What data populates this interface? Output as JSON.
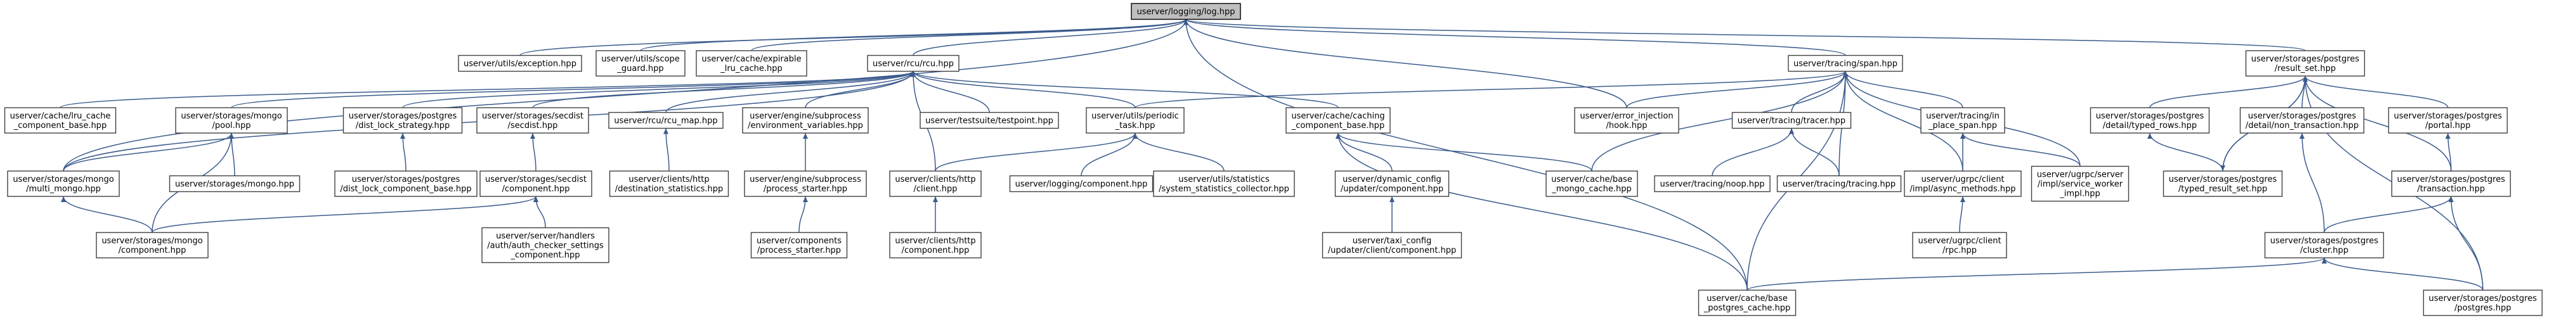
{
  "nodes": [
    {
      "id": "log",
      "lines": [
        "userver/logging/log.hpp"
      ],
      "root": true
    },
    {
      "id": "exception",
      "lines": [
        "userver/utils/exception.hpp"
      ]
    },
    {
      "id": "scope_guard",
      "lines": [
        "userver/utils/scope",
        "_guard.hpp"
      ]
    },
    {
      "id": "expirable_lru",
      "lines": [
        "userver/cache/expirable",
        "_lru_cache.hpp"
      ]
    },
    {
      "id": "rcu",
      "lines": [
        "userver/rcu/rcu.hpp"
      ]
    },
    {
      "id": "span",
      "lines": [
        "userver/tracing/span.hpp"
      ]
    },
    {
      "id": "result_set",
      "lines": [
        "userver/storages/postgres",
        "/result_set.hpp"
      ]
    },
    {
      "id": "lru_cache_component",
      "lines": [
        "userver/cache/lru_cache",
        "_component_base.hpp"
      ]
    },
    {
      "id": "mongo_pool",
      "lines": [
        "userver/storages/mongo",
        "/pool.hpp"
      ]
    },
    {
      "id": "dist_lock_strategy",
      "lines": [
        "userver/storages/postgres",
        "/dist_lock_strategy.hpp"
      ]
    },
    {
      "id": "secdist",
      "lines": [
        "userver/storages/secdist",
        "/secdist.hpp"
      ]
    },
    {
      "id": "rcu_map",
      "lines": [
        "userver/rcu/rcu_map.hpp"
      ]
    },
    {
      "id": "env_vars",
      "lines": [
        "userver/engine/subprocess",
        "/environment_variables.hpp"
      ]
    },
    {
      "id": "testpoint",
      "lines": [
        "userver/testsuite/testpoint.hpp"
      ]
    },
    {
      "id": "periodic_task",
      "lines": [
        "userver/utils/periodic",
        "_task.hpp"
      ]
    },
    {
      "id": "caching_component",
      "lines": [
        "userver/cache/caching",
        "_component_base.hpp"
      ]
    },
    {
      "id": "error_injection",
      "lines": [
        "userver/error_injection",
        "/hook.hpp"
      ]
    },
    {
      "id": "tracer",
      "lines": [
        "userver/tracing/tracer.hpp"
      ]
    },
    {
      "id": "in_place_span",
      "lines": [
        "userver/tracing/in",
        "_place_span.hpp"
      ]
    },
    {
      "id": "typed_rows",
      "lines": [
        "userver/storages/postgres",
        "/detail/typed_rows.hpp"
      ]
    },
    {
      "id": "non_transaction",
      "lines": [
        "userver/storages/postgres",
        "/detail/non_transaction.hpp"
      ]
    },
    {
      "id": "portal",
      "lines": [
        "userver/storages/postgres",
        "/portal.hpp"
      ]
    },
    {
      "id": "multi_mongo",
      "lines": [
        "userver/storages/mongo",
        "/multi_mongo.hpp"
      ]
    },
    {
      "id": "mongo_hpp",
      "lines": [
        "userver/storages/mongo.hpp"
      ]
    },
    {
      "id": "dist_lock_component",
      "lines": [
        "userver/storages/postgres",
        "/dist_lock_component_base.hpp"
      ]
    },
    {
      "id": "secdist_component",
      "lines": [
        "userver/storages/secdist",
        "/component.hpp"
      ]
    },
    {
      "id": "dest_stats",
      "lines": [
        "userver/clients/http",
        "/destination_statistics.hpp"
      ]
    },
    {
      "id": "process_starter",
      "lines": [
        "userver/engine/subprocess",
        "/process_starter.hpp"
      ]
    },
    {
      "id": "http_client",
      "lines": [
        "userver/clients/http",
        "/client.hpp"
      ]
    },
    {
      "id": "logging_component",
      "lines": [
        "userver/logging/component.hpp"
      ]
    },
    {
      "id": "sys_stats",
      "lines": [
        "userver/utils/statistics",
        "/system_statistics_collector.hpp"
      ]
    },
    {
      "id": "dyn_config_updater",
      "lines": [
        "userver/dynamic_config",
        "/updater/component.hpp"
      ]
    },
    {
      "id": "base_mongo_cache",
      "lines": [
        "userver/cache/base",
        "_mongo_cache.hpp"
      ]
    },
    {
      "id": "noop",
      "lines": [
        "userver/tracing/noop.hpp"
      ]
    },
    {
      "id": "tracing_hpp",
      "lines": [
        "userver/tracing/tracing.hpp"
      ]
    },
    {
      "id": "async_methods",
      "lines": [
        "userver/ugrpc/client",
        "/impl/async_methods.hpp"
      ]
    },
    {
      "id": "service_worker",
      "lines": [
        "userver/ugrpc/server",
        "/impl/service_worker",
        "_impl.hpp"
      ]
    },
    {
      "id": "typed_result_set",
      "lines": [
        "userver/storages/postgres",
        "/typed_result_set.hpp"
      ]
    },
    {
      "id": "transaction",
      "lines": [
        "userver/storages/postgres",
        "/transaction.hpp"
      ]
    },
    {
      "id": "mongo_component",
      "lines": [
        "userver/storages/mongo",
        "/component.hpp"
      ]
    },
    {
      "id": "auth_checker",
      "lines": [
        "userver/server/handlers",
        "/auth/auth_checker_settings",
        "_component.hpp"
      ]
    },
    {
      "id": "components_process",
      "lines": [
        "userver/components",
        "/process_starter.hpp"
      ]
    },
    {
      "id": "http_component",
      "lines": [
        "userver/clients/http",
        "/component.hpp"
      ]
    },
    {
      "id": "taxi_config",
      "lines": [
        "userver/taxi_config",
        "/updater/client/component.hpp"
      ]
    },
    {
      "id": "grpc_rpc",
      "lines": [
        "userver/ugrpc/client",
        "/rpc.hpp"
      ]
    },
    {
      "id": "cluster",
      "lines": [
        "userver/storages/postgres",
        "/cluster.hpp"
      ]
    },
    {
      "id": "base_postgres_cache",
      "lines": [
        "userver/cache/base",
        "_postgres_cache.hpp"
      ]
    },
    {
      "id": "postgres_hpp",
      "lines": [
        "userver/storages/postgres",
        "/postgres.hpp"
      ]
    }
  ],
  "edges": [
    [
      "exception",
      "log"
    ],
    [
      "scope_guard",
      "log"
    ],
    [
      "expirable_lru",
      "log"
    ],
    [
      "rcu",
      "log"
    ],
    [
      "span",
      "log"
    ],
    [
      "result_set",
      "log"
    ],
    [
      "error_injection",
      "log"
    ],
    [
      "base_postgres_cache",
      "log"
    ],
    [
      "multi_mongo",
      "log"
    ],
    [
      "lru_cache_component",
      "rcu"
    ],
    [
      "mongo_pool",
      "rcu"
    ],
    [
      "dist_lock_strategy",
      "rcu"
    ],
    [
      "secdist",
      "rcu"
    ],
    [
      "rcu_map",
      "rcu"
    ],
    [
      "env_vars",
      "rcu"
    ],
    [
      "testpoint",
      "rcu"
    ],
    [
      "periodic_task",
      "rcu"
    ],
    [
      "caching_component",
      "rcu"
    ],
    [
      "http_client",
      "rcu"
    ],
    [
      "multi_mongo",
      "rcu"
    ],
    [
      "periodic_task",
      "span"
    ],
    [
      "error_injection",
      "span"
    ],
    [
      "tracer",
      "span"
    ],
    [
      "in_place_span",
      "span"
    ],
    [
      "tracing_hpp",
      "span"
    ],
    [
      "async_methods",
      "span"
    ],
    [
      "service_worker",
      "span"
    ],
    [
      "base_mongo_cache",
      "span"
    ],
    [
      "base_postgres_cache",
      "span"
    ],
    [
      "typed_rows",
      "result_set"
    ],
    [
      "non_transaction",
      "result_set"
    ],
    [
      "portal",
      "result_set"
    ],
    [
      "typed_result_set",
      "result_set"
    ],
    [
      "transaction",
      "result_set"
    ],
    [
      "postgres_hpp",
      "result_set"
    ],
    [
      "multi_mongo",
      "mongo_pool"
    ],
    [
      "mongo_hpp",
      "mongo_pool"
    ],
    [
      "mongo_component",
      "mongo_pool"
    ],
    [
      "dist_lock_component",
      "dist_lock_strategy"
    ],
    [
      "secdist_component",
      "secdist"
    ],
    [
      "dest_stats",
      "rcu_map"
    ],
    [
      "process_starter",
      "env_vars"
    ],
    [
      "http_client",
      "periodic_task"
    ],
    [
      "logging_component",
      "periodic_task"
    ],
    [
      "sys_stats",
      "periodic_task"
    ],
    [
      "dyn_config_updater",
      "caching_component"
    ],
    [
      "base_mongo_cache",
      "caching_component"
    ],
    [
      "base_postgres_cache",
      "caching_component"
    ],
    [
      "noop",
      "tracer"
    ],
    [
      "tracing_hpp",
      "tracer"
    ],
    [
      "async_methods",
      "in_place_span"
    ],
    [
      "service_worker",
      "in_place_span"
    ],
    [
      "typed_result_set",
      "typed_rows"
    ],
    [
      "cluster",
      "non_transaction"
    ],
    [
      "transaction",
      "portal"
    ],
    [
      "mongo_component",
      "multi_mongo"
    ],
    [
      "mongo_component",
      "secdist_component"
    ],
    [
      "auth_checker",
      "secdist_component"
    ],
    [
      "components_process",
      "process_starter"
    ],
    [
      "http_component",
      "http_client"
    ],
    [
      "taxi_config",
      "dyn_config_updater"
    ],
    [
      "grpc_rpc",
      "async_methods"
    ],
    [
      "cluster",
      "transaction"
    ],
    [
      "postgres_hpp",
      "transaction"
    ],
    [
      "base_postgres_cache",
      "cluster"
    ],
    [
      "postgres_hpp",
      "cluster"
    ],
    [
      "result_set",
      "typed_result_set"
    ]
  ]
}
